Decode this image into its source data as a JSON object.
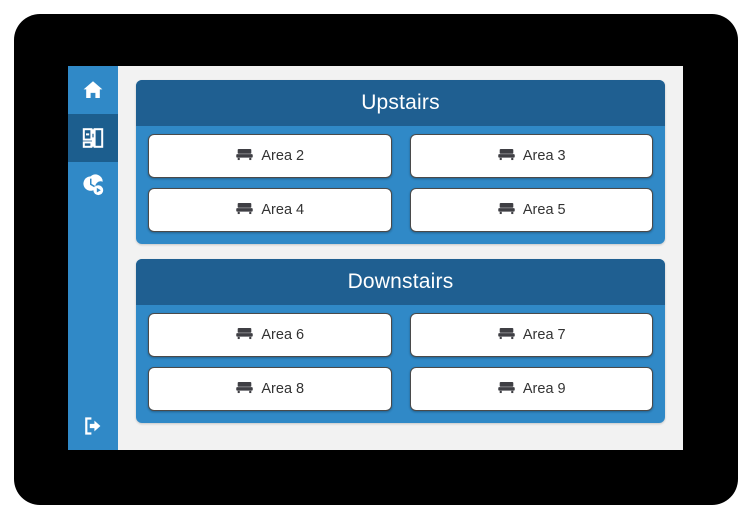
{
  "colors": {
    "bezel": "#000000",
    "app_background": "#f2f2f2",
    "sidebar": "#3089c7",
    "sidebar_active": "#1c5e8e",
    "panel": "#3089c7",
    "panel_header": "#1f5f91",
    "button_background": "#ffffff",
    "button_border": "#4a4a4a",
    "button_text": "#333333",
    "header_text": "#ffffff",
    "icon": "#3f3f44"
  },
  "sidebar": {
    "items": [
      {
        "name": "home",
        "icon": "home-icon",
        "active": false
      },
      {
        "name": "floorplan",
        "icon": "floorplan-icon",
        "active": true
      },
      {
        "name": "history",
        "icon": "clock-play-icon",
        "active": false
      }
    ],
    "footer": {
      "name": "logout",
      "icon": "logout-icon"
    }
  },
  "main": {
    "panels": [
      {
        "title": "Upstairs",
        "areas": [
          {
            "label": "Area 2",
            "icon": "sofa-icon"
          },
          {
            "label": "Area 3",
            "icon": "sofa-icon"
          },
          {
            "label": "Area 4",
            "icon": "sofa-icon"
          },
          {
            "label": "Area 5",
            "icon": "sofa-icon"
          }
        ]
      },
      {
        "title": "Downstairs",
        "areas": [
          {
            "label": "Area 6",
            "icon": "sofa-icon"
          },
          {
            "label": "Area 7",
            "icon": "sofa-icon"
          },
          {
            "label": "Area 8",
            "icon": "sofa-icon"
          },
          {
            "label": "Area 9",
            "icon": "sofa-icon"
          }
        ]
      }
    ]
  }
}
